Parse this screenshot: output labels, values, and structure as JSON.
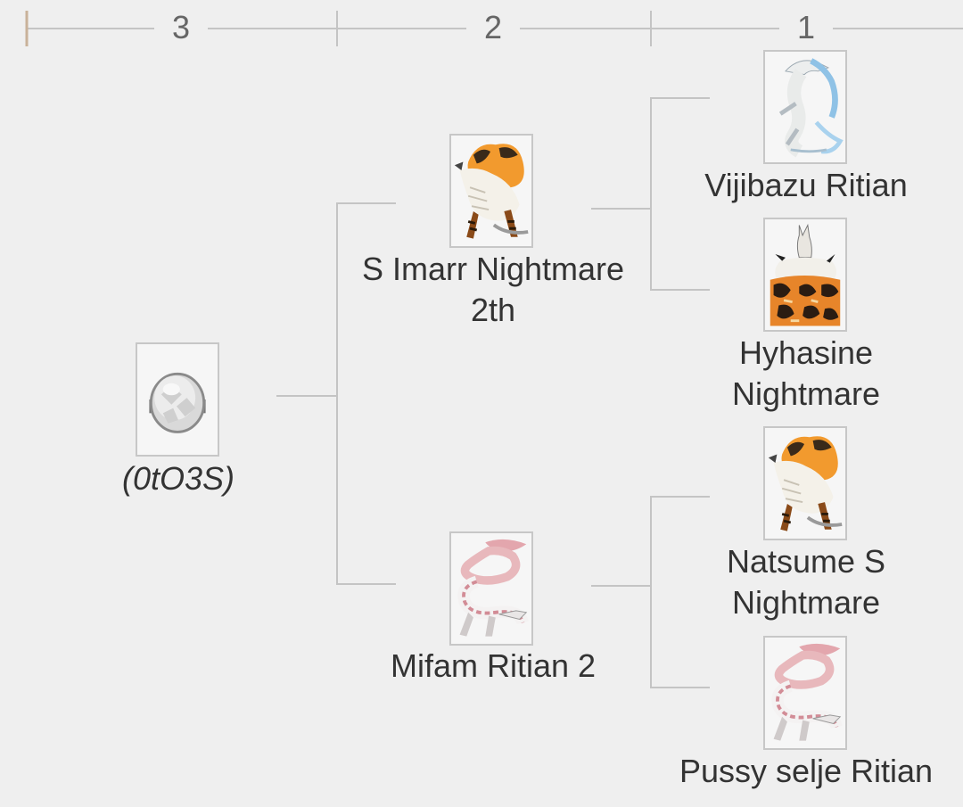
{
  "generations": {
    "gen3": "3",
    "gen2": "2",
    "gen1": "1"
  },
  "pedigree": {
    "egg": {
      "name": "(0tO3S)",
      "icon": "egg-icon"
    },
    "sire": {
      "name_line1": "S Imarr Nightmare",
      "name_line2": "2th",
      "icon": "white-orange-dragon-icon"
    },
    "dam": {
      "name": "Mifam Ritian 2",
      "icon": "pink-white-serpent-dragon-icon"
    },
    "sire_sire": {
      "name": "Vijibazu Ritian",
      "icon": "white-blue-dragon-icon"
    },
    "sire_dam": {
      "name_line1": "Hyhasine",
      "name_line2": "Nightmare",
      "icon": "white-black-orange-dragon-icon"
    },
    "dam_sire": {
      "name_line1": "Natsume S",
      "name_line2": "Nightmare",
      "icon": "white-orange-dragon-icon"
    },
    "dam_dam": {
      "name": "Pussy selje Ritian",
      "icon": "pink-white-serpent-dragon-icon"
    }
  },
  "colors": {
    "background": "#efefef",
    "line": "#c4c4c4",
    "timeline_tick": "#c9b29a",
    "text": "#333333",
    "generation_number": "#666666"
  }
}
